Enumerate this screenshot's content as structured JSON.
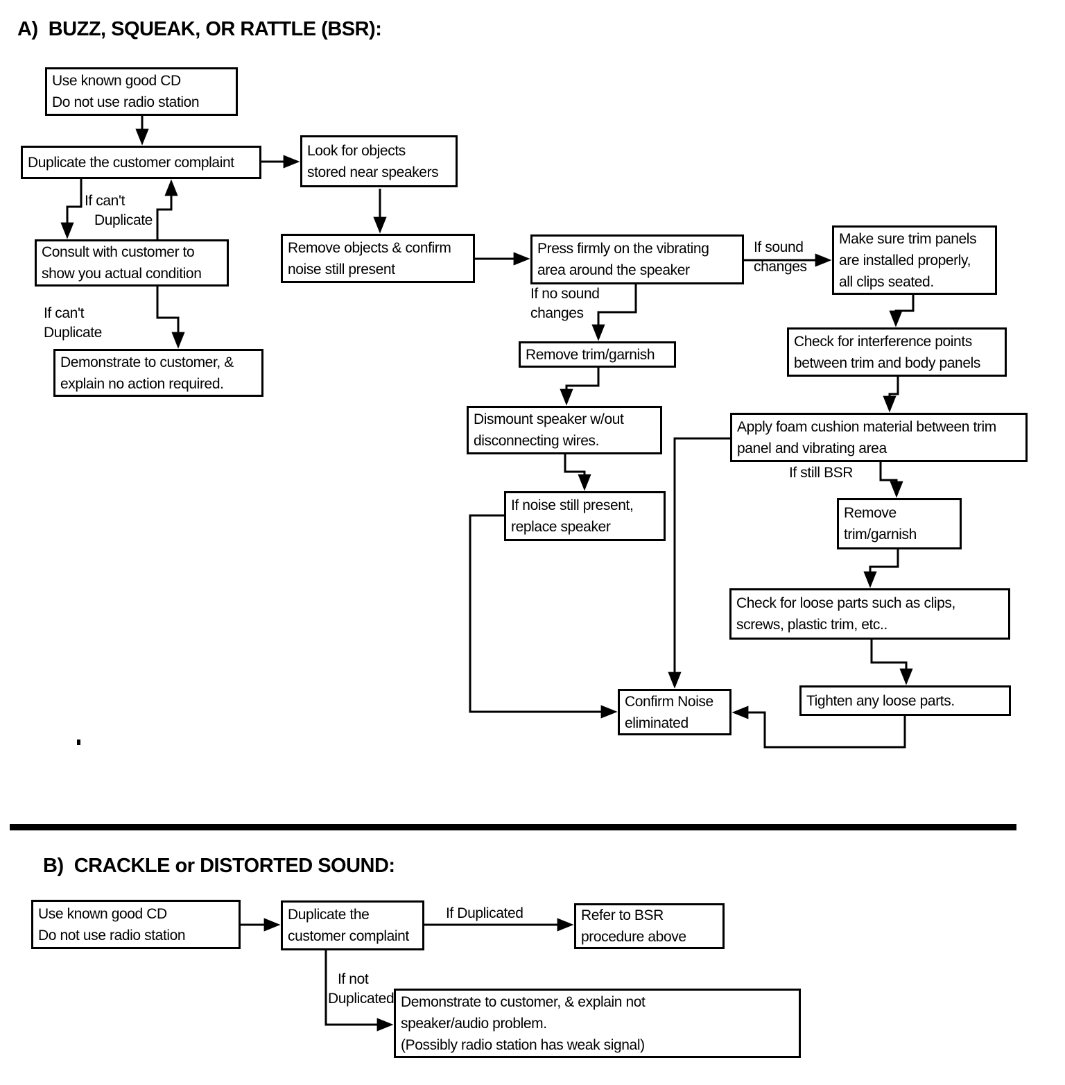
{
  "page": {
    "paper_color": "#ffffff",
    "ink_color": "#000000"
  },
  "sections": [
    {
      "title": "A)  BUZZ, SQUEAK, OR RATTLE (BSR):",
      "nodes": [
        {
          "id": "use-known-good-cd",
          "lines": [
            "Use known good CD",
            "Do not use radio station"
          ]
        },
        {
          "id": "duplicate-complaint",
          "lines": [
            "Duplicate the customer complaint"
          ]
        },
        {
          "id": "look-for-objects",
          "lines": [
            "Look for objects",
            "stored near speakers"
          ]
        },
        {
          "id": "consult-customer",
          "lines": [
            "Consult with customer to",
            "show you actual condition"
          ]
        },
        {
          "id": "demonstrate-no-action",
          "lines": [
            "Demonstrate to customer, &",
            "explain no action required."
          ]
        },
        {
          "id": "remove-objects",
          "lines": [
            "Remove objects & confirm",
            "noise still present"
          ]
        },
        {
          "id": "press-firmly",
          "lines": [
            "Press firmly on the vibrating",
            "area around the speaker"
          ]
        },
        {
          "id": "make-sure-trim-panels",
          "lines": [
            "Make sure trim panels",
            "are installed properly,",
            "all clips seated."
          ]
        },
        {
          "id": "remove-trim-garnish-1",
          "lines": [
            "Remove trim/garnish"
          ]
        },
        {
          "id": "check-interference",
          "lines": [
            "Check for interference points",
            "between trim and body panels"
          ]
        },
        {
          "id": "dismount-speaker",
          "lines": [
            "Dismount speaker w/out",
            "disconnecting wires."
          ]
        },
        {
          "id": "apply-foam",
          "lines": [
            "Apply foam cushion material between trim",
            "panel and vibrating area"
          ]
        },
        {
          "id": "replace-speaker",
          "lines": [
            "If noise still present,",
            "replace speaker"
          ]
        },
        {
          "id": "remove-trim-garnish-2",
          "lines": [
            "Remove",
            "trim/garnish"
          ]
        },
        {
          "id": "check-loose-parts",
          "lines": [
            "Check for loose parts such as clips,",
            "screws, plastic trim, etc.."
          ]
        },
        {
          "id": "tighten-loose-parts",
          "lines": [
            "Tighten any loose parts."
          ]
        },
        {
          "id": "confirm-noise",
          "lines": [
            "Confirm Noise",
            "eliminated"
          ]
        }
      ],
      "labels": [
        {
          "lines": [
            "If can't",
            "Duplicate"
          ]
        },
        {
          "lines": [
            "If can't",
            "Duplicate"
          ]
        },
        {
          "lines": [
            "If sound",
            "changes"
          ]
        },
        {
          "lines": [
            "If no sound",
            "changes"
          ]
        },
        {
          "lines": [
            "If still BSR"
          ]
        }
      ]
    },
    {
      "title": "B)  CRACKLE or DISTORTED SOUND:",
      "nodes": [
        {
          "id": "use-known-good-cd-b",
          "lines": [
            "Use known good CD",
            "Do not use radio station"
          ]
        },
        {
          "id": "duplicate-complaint-b",
          "lines": [
            "Duplicate the",
            "customer complaint"
          ]
        },
        {
          "id": "refer-to-bsr",
          "lines": [
            "Refer to BSR",
            "procedure above"
          ]
        },
        {
          "id": "demonstrate-not-speaker",
          "lines": [
            "Demonstrate to customer, & explain not",
            "speaker/audio problem.",
            "(Possibly radio station has weak signal)"
          ]
        }
      ],
      "labels": [
        {
          "lines": [
            "If Duplicated"
          ]
        },
        {
          "lines": [
            "If not",
            "Duplicated"
          ]
        }
      ]
    }
  ]
}
